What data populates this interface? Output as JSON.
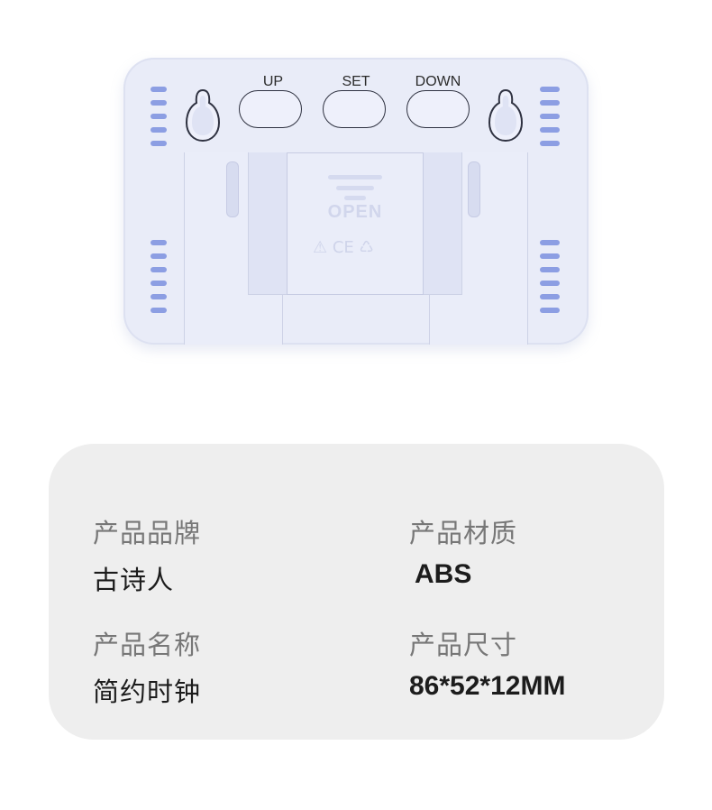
{
  "device": {
    "buttons": [
      {
        "label": "UP"
      },
      {
        "label": "SET"
      },
      {
        "label": "DOWN"
      }
    ],
    "cover_label": "OPEN",
    "marks": "⚠ CE ♺",
    "color": "#e9ecf8",
    "vent_color": "#8c9ee3"
  },
  "specs": {
    "brand": {
      "label": "产品品牌",
      "value": "古诗人"
    },
    "material": {
      "label": "产品材质",
      "value": "ABS"
    },
    "name": {
      "label": "产品名称",
      "value": "简约时钟"
    },
    "size": {
      "label": "产品尺寸",
      "value": "86*52*12MM"
    }
  }
}
